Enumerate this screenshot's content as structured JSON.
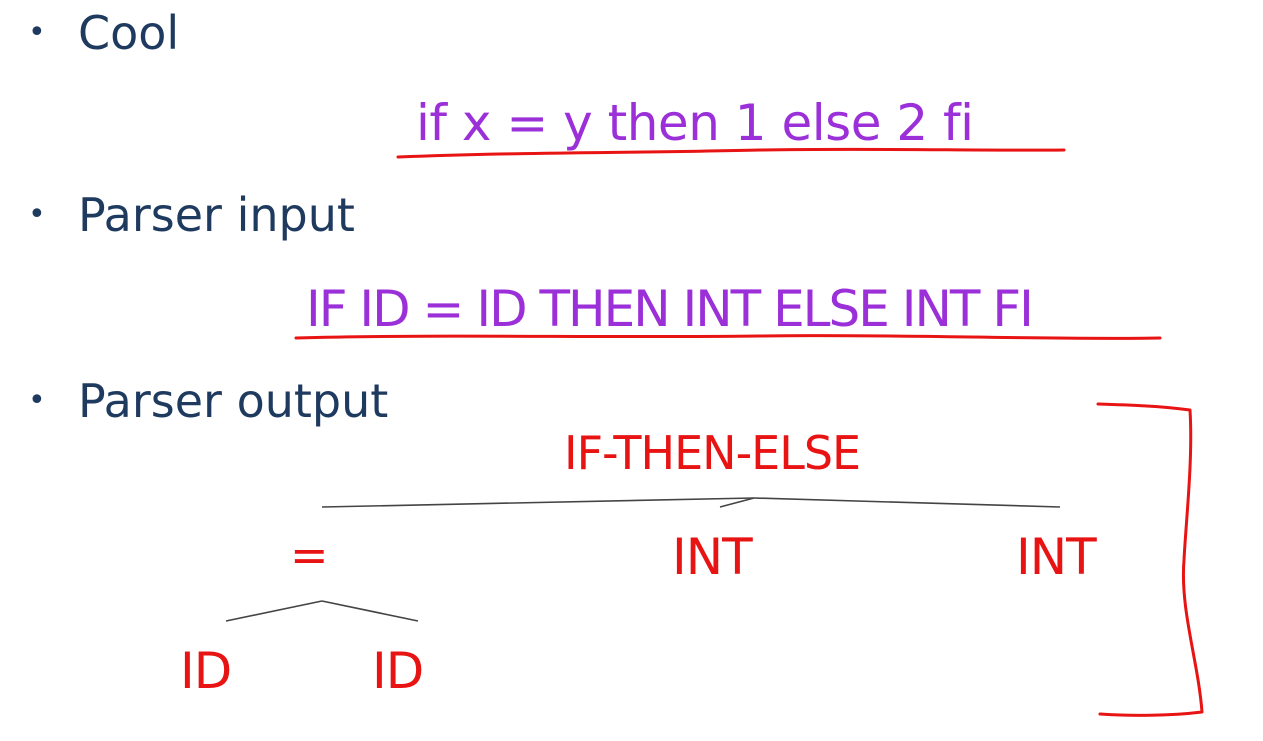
{
  "colors": {
    "bullet_text": "#1f3a5f",
    "code_text": "#9b30d9",
    "tree_text": "#e81313",
    "annotation": "#e81313",
    "tree_edge": "#444444"
  },
  "bullets": [
    {
      "label": "Cool",
      "glyph": "•"
    },
    {
      "label": "Parser input",
      "glyph": "•"
    },
    {
      "label": "Parser output",
      "glyph": "•"
    }
  ],
  "source_code": "if x = y then 1 else 2 fi",
  "token_stream": "IF ID = ID THEN INT ELSE INT FI",
  "parse_tree": {
    "root": "IF-THEN-ELSE",
    "children": [
      {
        "label": "=",
        "children": [
          {
            "label": "ID"
          },
          {
            "label": "ID"
          }
        ]
      },
      {
        "label": "INT"
      },
      {
        "label": "INT"
      }
    ]
  }
}
